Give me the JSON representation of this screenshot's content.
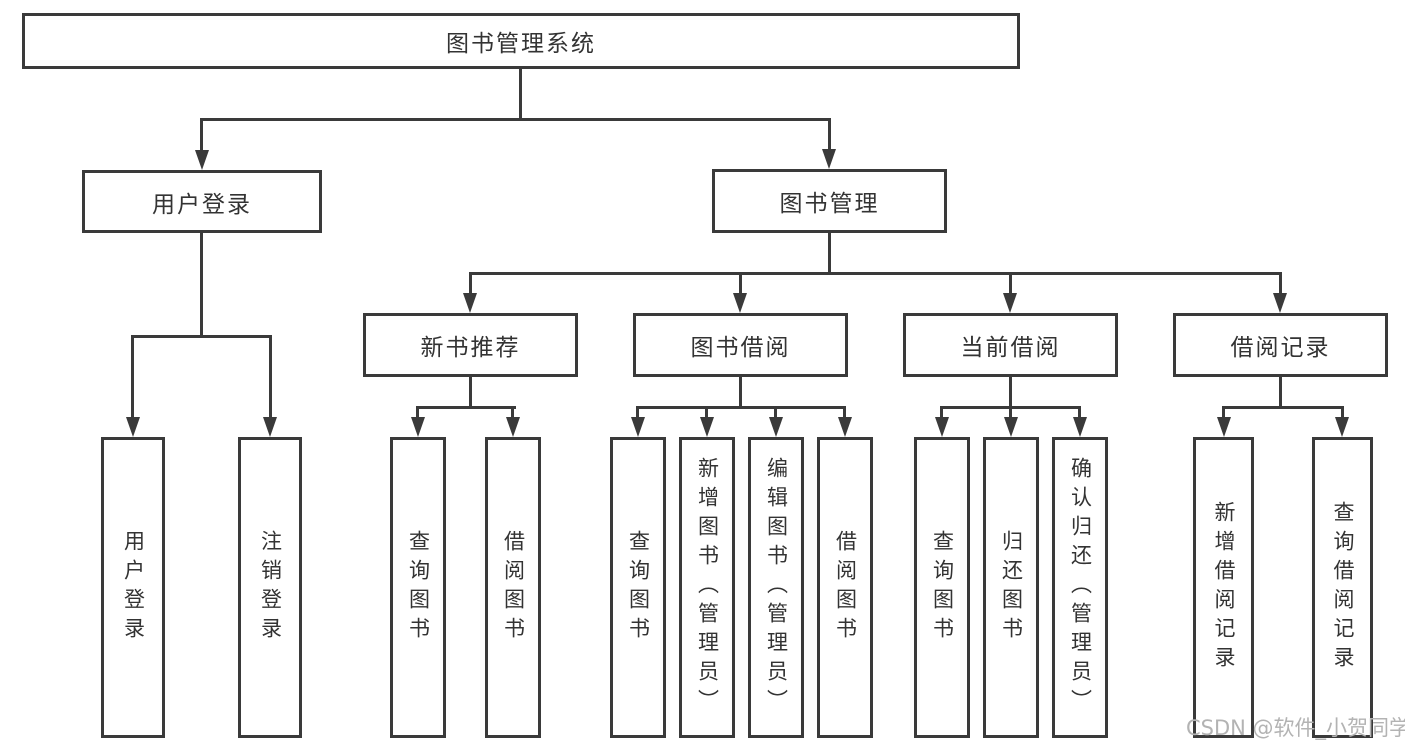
{
  "colors": {
    "line": "#3a3a3a",
    "text": "#333333",
    "watermark": "#b3b3b3",
    "background": "#ffffff"
  },
  "watermark": {
    "text": "CSDN @软件_小贺同学"
  },
  "tree": {
    "root": {
      "label": "图书管理系统"
    },
    "branches": [
      {
        "label": "用户登录",
        "leaves": [
          {
            "label": "用户登录"
          },
          {
            "label": "注销登录"
          }
        ]
      },
      {
        "label": "图书管理",
        "sections": [
          {
            "label": "新书推荐",
            "leaves": [
              {
                "label": "查询图书"
              },
              {
                "label": "借阅图书"
              }
            ]
          },
          {
            "label": "图书借阅",
            "leaves": [
              {
                "label": "查询图书"
              },
              {
                "label": "新增图书（管理员）"
              },
              {
                "label": "编辑图书（管理员）"
              },
              {
                "label": "借阅图书"
              }
            ]
          },
          {
            "label": "当前借阅",
            "leaves": [
              {
                "label": "查询图书"
              },
              {
                "label": "归还图书"
              },
              {
                "label": "确认归还（管理员）"
              }
            ]
          },
          {
            "label": "借阅记录",
            "leaves": [
              {
                "label": "新增借阅记录"
              },
              {
                "label": "查询借阅记录"
              }
            ]
          }
        ]
      }
    ]
  }
}
